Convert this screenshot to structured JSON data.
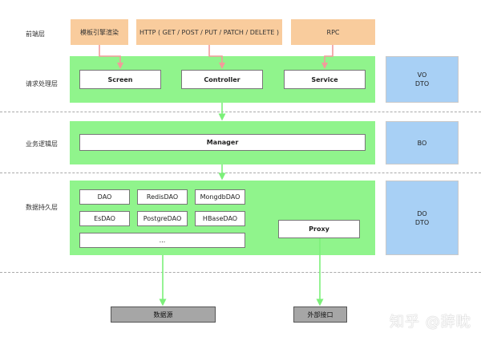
{
  "layers": {
    "frontend": "前端层",
    "request": "请求处理层",
    "business": "业务逻辑层",
    "persistence": "数据持久层"
  },
  "frontend_boxes": {
    "template": "模板引擎渲染",
    "http": "HTTP ( GET / POST / PUT / PATCH / DELETE )",
    "rpc": "RPC"
  },
  "request_boxes": {
    "screen": "Screen",
    "controller": "Controller",
    "service": "Service"
  },
  "business_boxes": {
    "manager": "Manager"
  },
  "persistence_boxes": {
    "dao": "DAO",
    "redisdao": "RedisDAO",
    "mongodbdao": "MongdbDAO",
    "esdao": "EsDAO",
    "postgredao": "PostgreDAO",
    "hbasedao": "HBaseDAO",
    "ellipsis": "...",
    "proxy": "Proxy"
  },
  "objects": {
    "request": {
      "line1": "VO",
      "line2": "DTO"
    },
    "business": {
      "line1": "BO"
    },
    "persistence": {
      "line1": "DO",
      "line2": "DTO"
    }
  },
  "sinks": {
    "datasource": "数据源",
    "external": "外部接口"
  },
  "watermark": "知乎 @辞眈",
  "colors": {
    "frontend": "#f9cc9d",
    "panel_green": "#90f48c",
    "object_blue": "#a8d0f5",
    "sink_gray": "#a6a6a6",
    "arrow_pink": "#f29b9b",
    "arrow_green": "#7cf07a"
  }
}
